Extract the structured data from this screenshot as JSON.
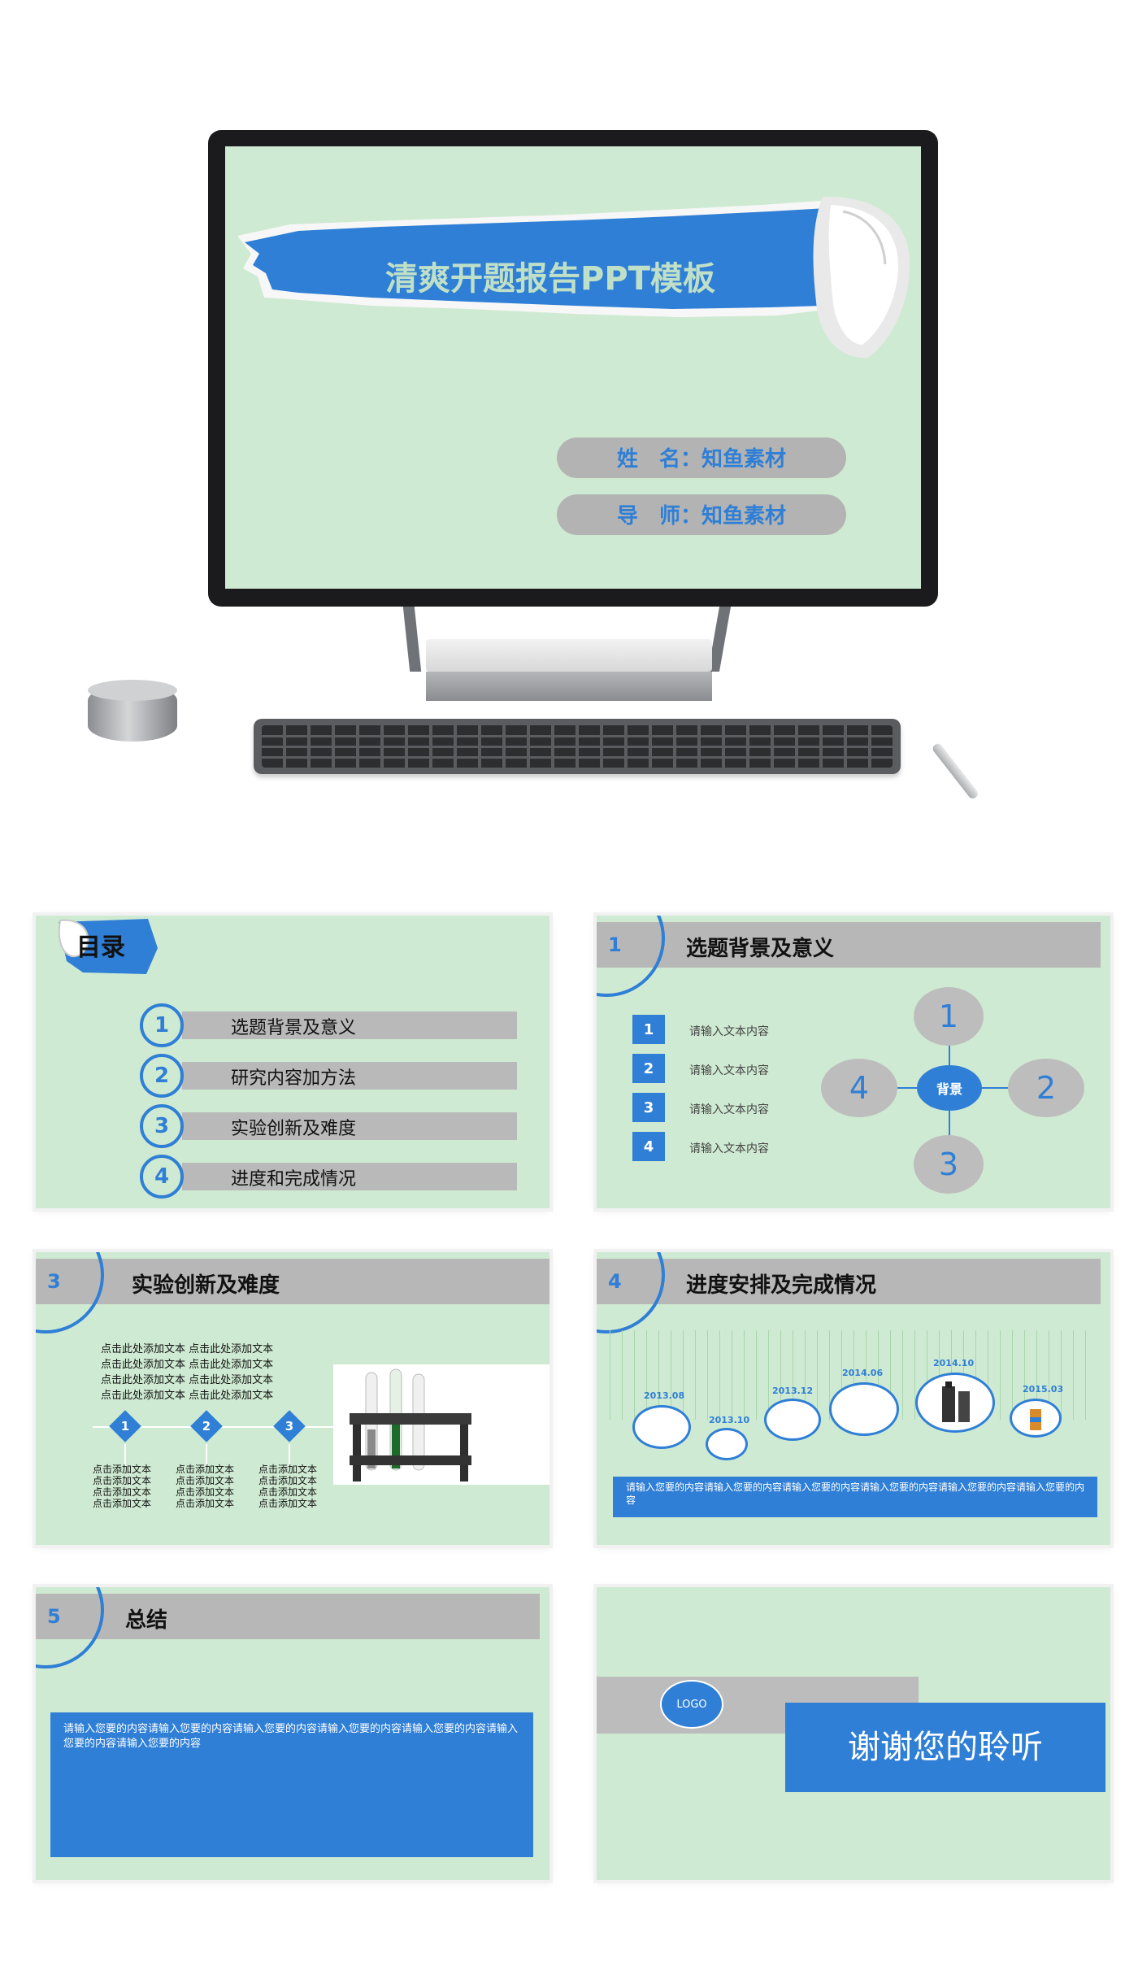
{
  "cover": {
    "title": "清爽开题报告PPT模板",
    "name_line": "姓　名：知鱼素材",
    "advisor_line": "导　师：知鱼素材"
  },
  "toc": {
    "heading": "目录",
    "items": [
      {
        "num": "1",
        "label": "选题背景及意义"
      },
      {
        "num": "2",
        "label": "研究内容加方法"
      },
      {
        "num": "3",
        "label": "实验创新及难度"
      },
      {
        "num": "4",
        "label": "进度和完成情况"
      }
    ]
  },
  "section1": {
    "num": "1",
    "title": "选题背景及意义",
    "list": [
      {
        "num": "1",
        "text": "请输入文本内容"
      },
      {
        "num": "2",
        "text": "请输入文本内容"
      },
      {
        "num": "3",
        "text": "请输入文本内容"
      },
      {
        "num": "4",
        "text": "请输入文本内容"
      }
    ],
    "center_label": "背景",
    "nodes": [
      "1",
      "2",
      "3",
      "4"
    ]
  },
  "section3": {
    "num": "3",
    "title": "实验创新及难度",
    "top_lines": [
      "点击此处添加文本 点击此处添加文本",
      "点击此处添加文本 点击此处添加文本",
      "点击此处添加文本 点击此处添加文本",
      "点击此处添加文本 点击此处添加文本"
    ],
    "diamonds": [
      "1",
      "2",
      "3"
    ],
    "columns": [
      [
        "点击添加文本",
        "点击添加文本",
        "点击添加文本",
        "点击添加文本"
      ],
      [
        "点击添加文本",
        "点击添加文本",
        "点击添加文本",
        "点击添加文本"
      ],
      [
        "点击添加文本",
        "点击添加文本",
        "点击添加文本",
        "点击添加文本"
      ]
    ]
  },
  "section4": {
    "num": "4",
    "title": "进度安排及完成情况",
    "years": [
      "2013.08",
      "2013.10",
      "2013.12",
      "2014.06",
      "2014.10",
      "2015.03"
    ],
    "box_text": "请输入您要的内容请输入您要的内容请输入您要的内容请输入您要的内容请输入您要的内容请输入您要的内容"
  },
  "section5": {
    "num": "5",
    "title": "总结",
    "box_text": "请输入您要的内容请输入您要的内容请输入您要的内容请输入您要的内容请输入您要的内容请输入您要的内容请输入您要的内容"
  },
  "ending": {
    "logo": "LOGO",
    "thanks": "谢谢您的聆听"
  },
  "colors": {
    "accent": "#2f7fd6",
    "slide_bg": "#cfead2",
    "gray_bar": "#b7b7b7"
  }
}
